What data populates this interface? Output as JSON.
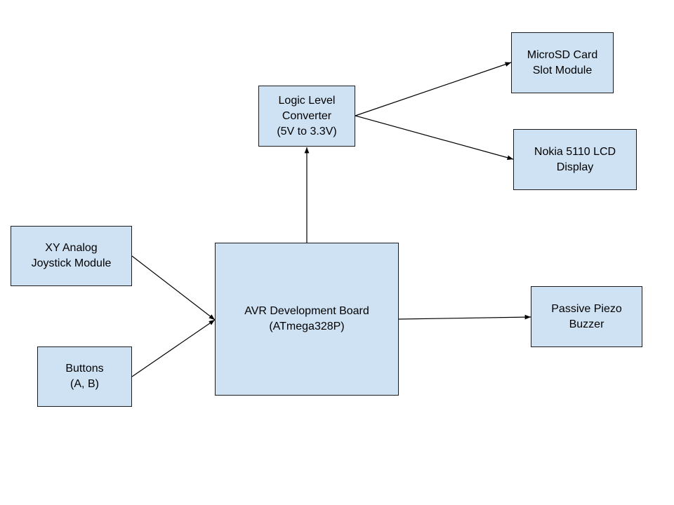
{
  "diagram": {
    "blocks": {
      "joystick": {
        "line1": "XY Analog",
        "line2": "Joystick Module"
      },
      "buttons": {
        "line1": "Buttons",
        "line2": "(A, B)"
      },
      "avr": {
        "line1": "AVR Development Board",
        "line2": "(ATmega328P)"
      },
      "llc": {
        "line1": "Logic Level",
        "line2": "Converter",
        "line3": "(5V to 3.3V)"
      },
      "sd": {
        "line1": "MicroSD Card",
        "line2": "Slot Module"
      },
      "lcd": {
        "line1": "Nokia 5110 LCD",
        "line2": "Display"
      },
      "buzzer": {
        "line1": "Passive Piezo",
        "line2": "Buzzer"
      }
    },
    "connections": [
      {
        "from": "joystick",
        "to": "avr"
      },
      {
        "from": "buttons",
        "to": "avr"
      },
      {
        "from": "avr",
        "to": "llc"
      },
      {
        "from": "avr",
        "to": "buzzer"
      },
      {
        "from": "llc",
        "to": "sd"
      },
      {
        "from": "llc",
        "to": "lcd"
      }
    ],
    "colors": {
      "block_fill": "#cfe2f3",
      "block_border": "#1c1c1c",
      "connector": "#000000"
    }
  }
}
